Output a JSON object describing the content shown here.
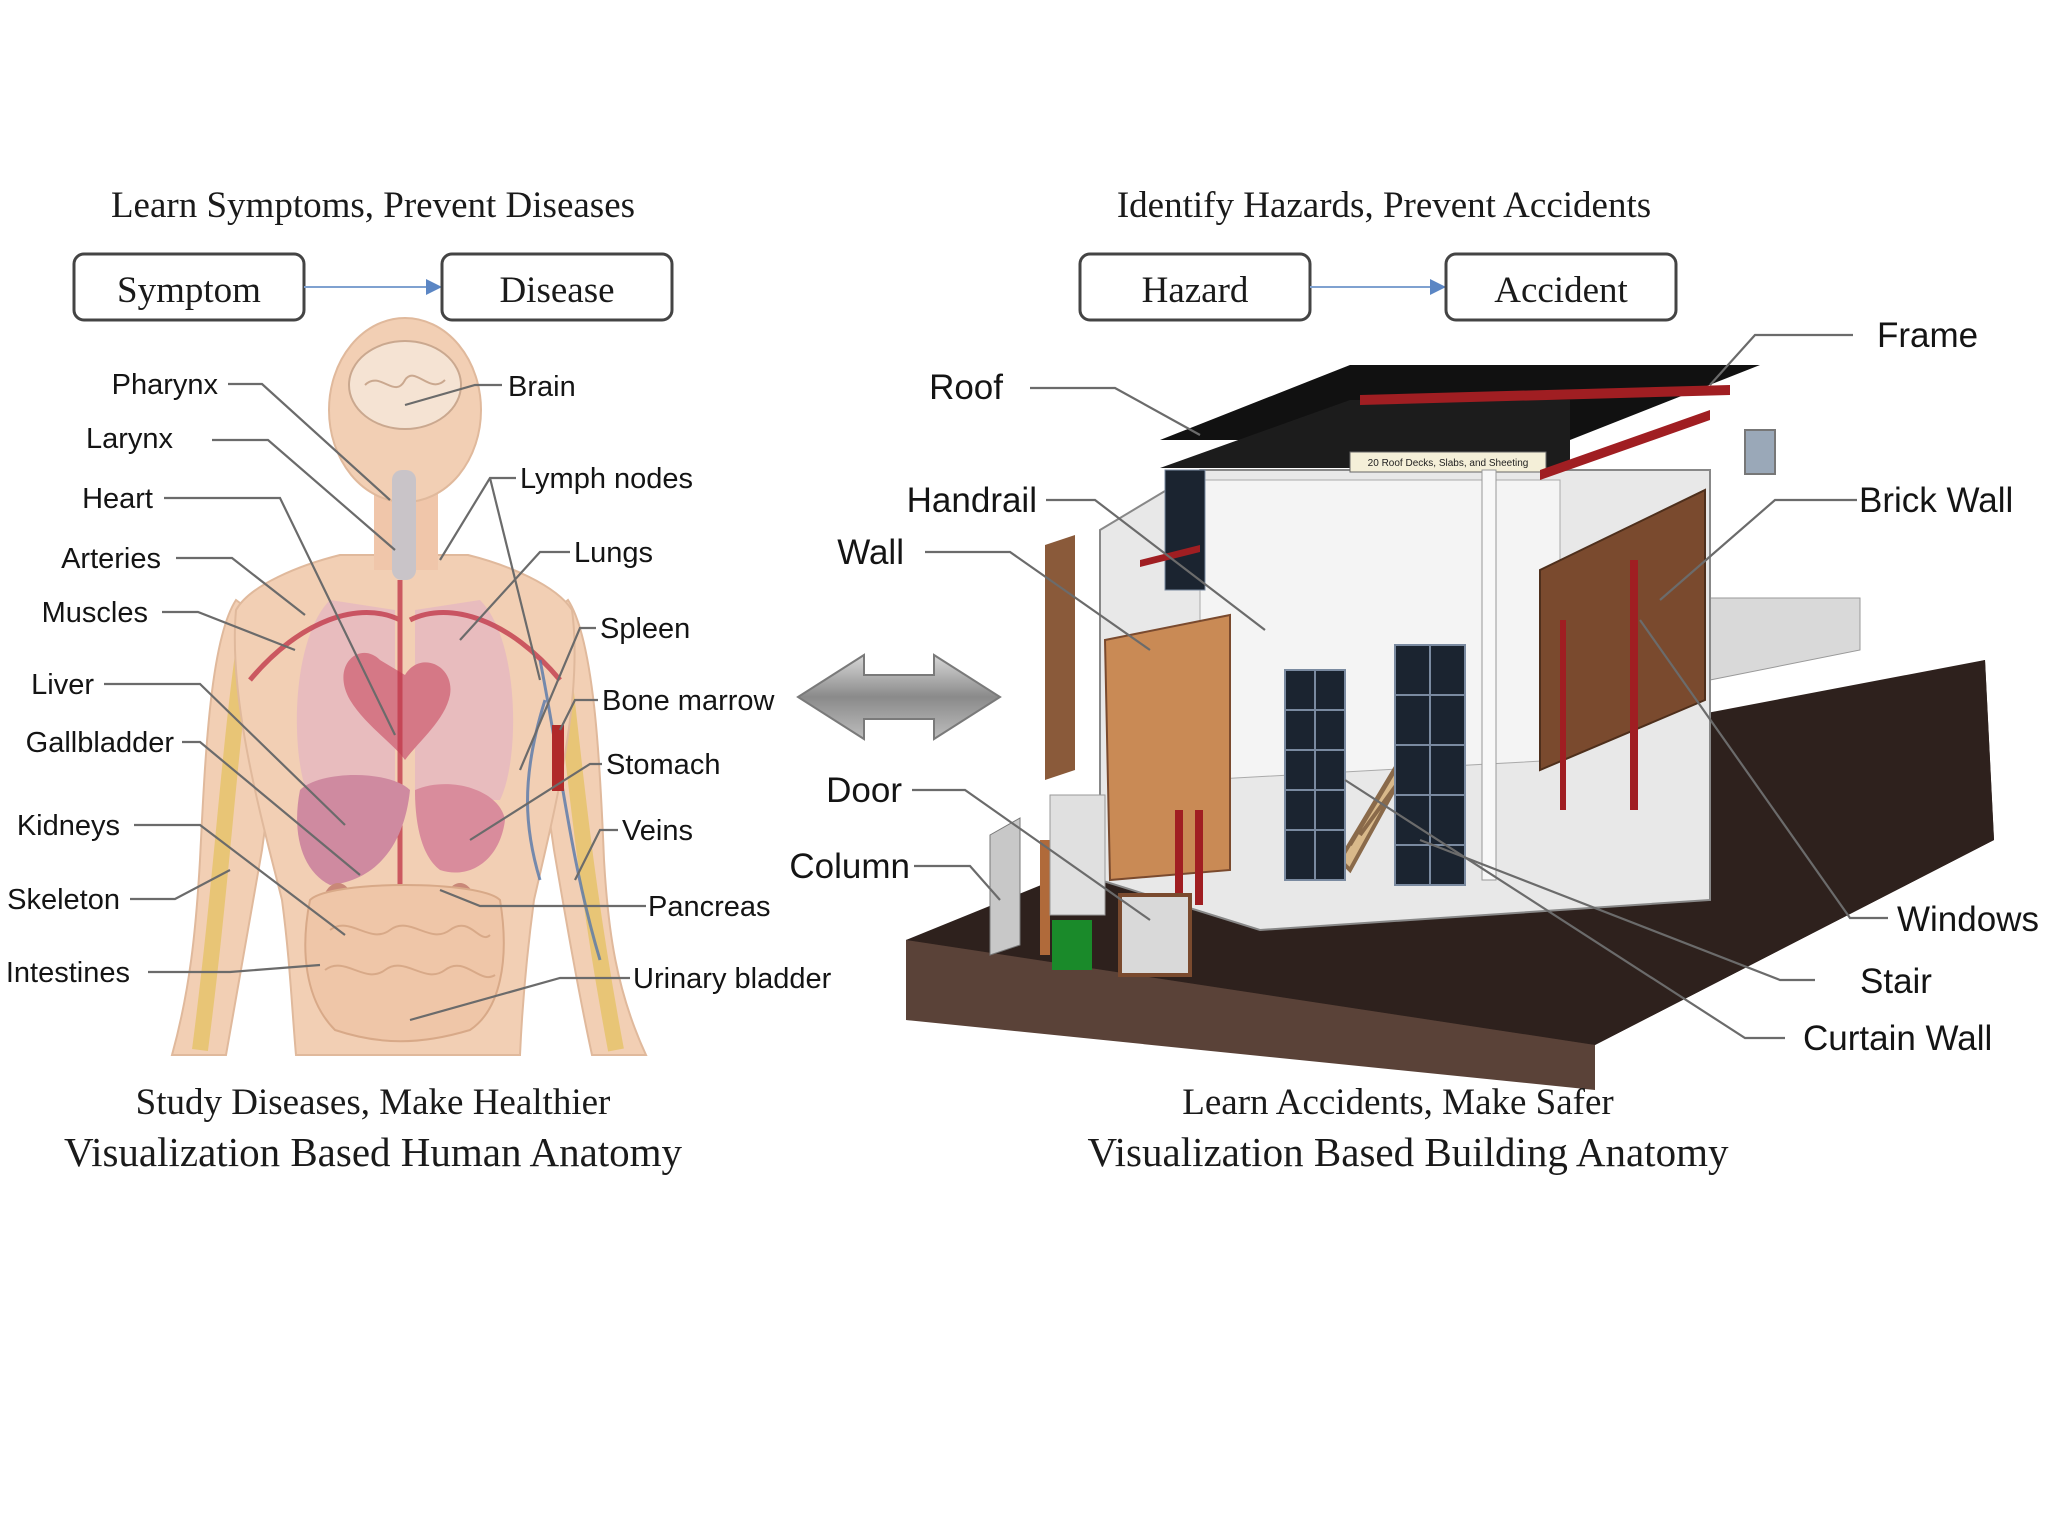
{
  "human": {
    "heading": "Learn Symptoms, Prevent Diseases",
    "flow": {
      "from": "Symptom",
      "to": "Disease"
    },
    "labels": {
      "pharynx": "Pharynx",
      "larynx": "Larynx",
      "heart": "Heart",
      "arteries": "Arteries",
      "muscles": "Muscles",
      "liver": "Liver",
      "gallbladder": "Gallbladder",
      "kidneys": "Kidneys",
      "skeleton": "Skeleton",
      "intestines": "Intestines",
      "brain": "Brain",
      "lymph_nodes": "Lymph nodes",
      "lungs": "Lungs",
      "spleen": "Spleen",
      "bone_marrow": "Bone marrow",
      "stomach": "Stomach",
      "veins": "Veins",
      "pancreas": "Pancreas",
      "urinary_bladder": "Urinary bladder"
    },
    "caption_1": "Study Diseases, Make Healthier",
    "caption_2": "Visualization Based Human Anatomy"
  },
  "building": {
    "heading": "Identify Hazards, Prevent Accidents",
    "flow": {
      "from": "Hazard",
      "to": "Accident"
    },
    "labels": {
      "roof": "Roof",
      "handrail": "Handrail",
      "wall": "Wall",
      "door": "Door",
      "column": "Column",
      "frame": "Frame",
      "brick_wall": "Brick Wall",
      "windows": "Windows",
      "stair": "Stair",
      "curtain_wall": "Curtain Wall"
    },
    "sign_text": "20 Roof Decks, Slabs, and Sheeting",
    "caption_1": "Learn Accidents, Make Safer",
    "caption_2": "Visualization Based Building Anatomy"
  },
  "colors": {
    "skin": "#f2cfb4",
    "organ": "#d98c9c",
    "artery": "#c0394b",
    "vein": "#5577aa",
    "bone": "#e6c36b",
    "base": "#3a2a25",
    "brick": "#7a4a2e",
    "wood": "#c98a55",
    "steel": "#a01e22",
    "arrow": "#8a8a8a"
  }
}
